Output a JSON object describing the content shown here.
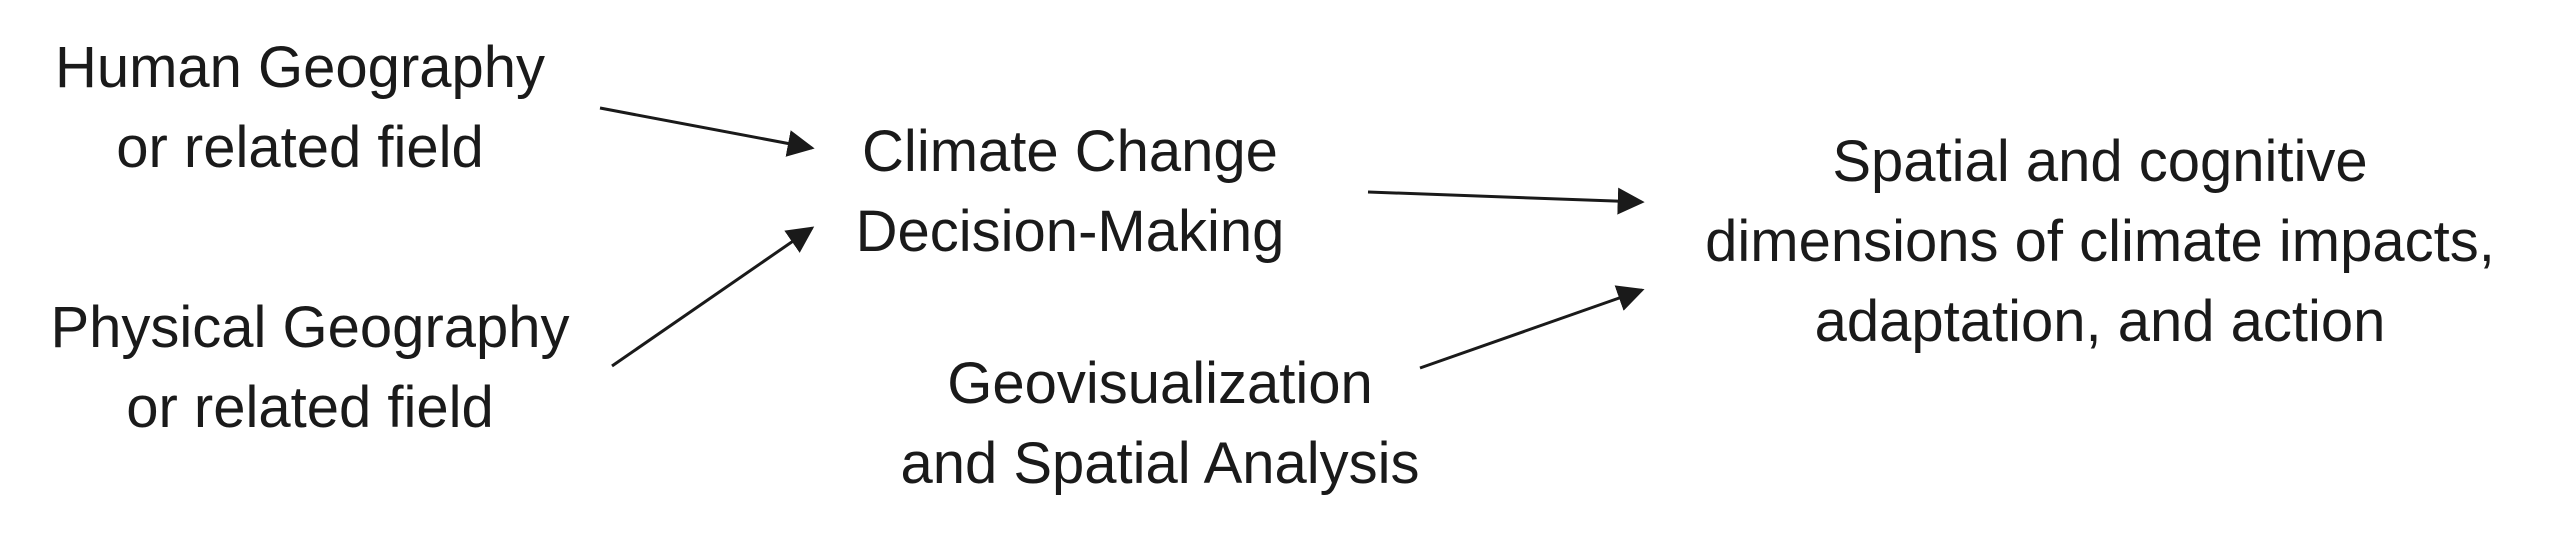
{
  "nodes": {
    "human": {
      "lines": [
        "Human Geography",
        "or related field"
      ]
    },
    "physical": {
      "lines": [
        "Physical Geography",
        "or related field"
      ]
    },
    "decision": {
      "lines": [
        "Climate Change",
        "Decision-Making"
      ]
    },
    "geovis": {
      "lines": [
        "Geovisualization",
        "and Spatial Analysis"
      ]
    },
    "outcome": {
      "lines": [
        "Spatial and cognitive",
        "dimensions of climate impacts,",
        "adaptation, and action"
      ]
    }
  },
  "edges": [
    {
      "from": "human",
      "to": "decision"
    },
    {
      "from": "physical",
      "to": "decision"
    },
    {
      "from": "decision",
      "to": "outcome"
    },
    {
      "from": "geovis",
      "to": "outcome"
    }
  ],
  "colors": {
    "text": "#1a1a1a",
    "arrow": "#1a1a1a",
    "background": "#ffffff"
  }
}
